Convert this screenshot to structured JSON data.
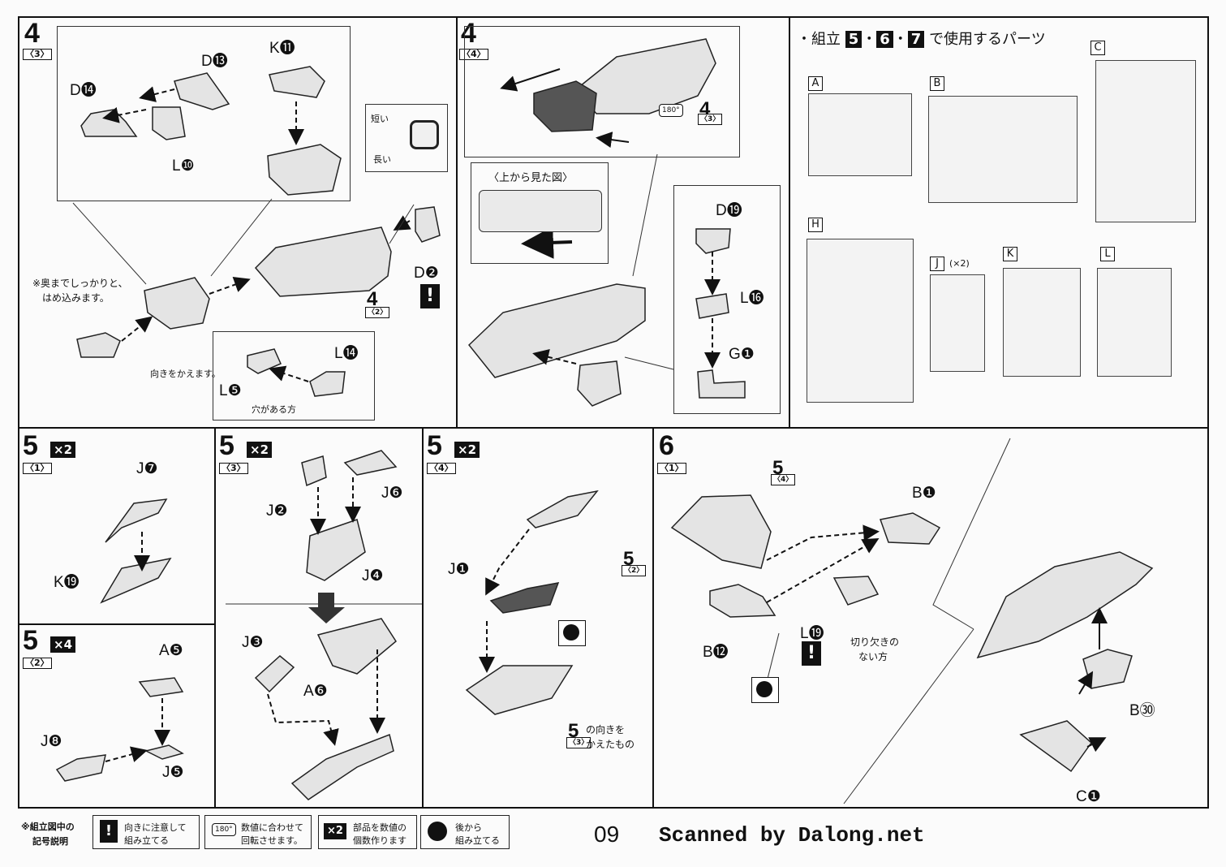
{
  "page_number": "09",
  "credit": "Scanned by Dalong.net",
  "step4_3": {
    "step": "4",
    "sub": "〈3〉",
    "d13": "D⓭",
    "d14": "D⓮",
    "l10": "L❿",
    "k11": "K⓫",
    "short": "短い",
    "long": "長い",
    "d2": "D❷",
    "ref": "4",
    "ref_sub": "〈2〉",
    "note1": "※奥までしっかりと、",
    "note2": "はめ込みます。",
    "turn": "向きをかえます。",
    "l5": "L❺",
    "l14": "L⓮",
    "hole": "穴がある方"
  },
  "step4_4": {
    "step": "4",
    "sub": "〈4〉",
    "ref": "4",
    "ref_sub": "〈3〉",
    "deg": "180°",
    "top_view": "〈上から見た図〉",
    "d19": "D⓳",
    "l16": "L⓰",
    "g1": "G❶"
  },
  "parts": {
    "title_prefix": "・組立",
    "n5": "5",
    "n6": "6",
    "n7": "7",
    "title_suffix": "で使用するパーツ",
    "runners": [
      "A",
      "B",
      "C",
      "H",
      "J",
      "K",
      "L"
    ],
    "j_mult": "(×2)"
  },
  "step5_1": {
    "step": "5",
    "sub": "〈1〉",
    "mult": "×2",
    "j7": "J❼",
    "k19": "K⓳"
  },
  "step5_2": {
    "step": "5",
    "sub": "〈2〉",
    "mult": "×4",
    "a5": "A❺",
    "j8": "J❽",
    "j5": "J❺"
  },
  "step5_3": {
    "step": "5",
    "sub": "〈3〉",
    "mult": "×2",
    "j2": "J❷",
    "j6": "J❻",
    "j4": "J❹",
    "j3": "J❸",
    "a6": "A❻"
  },
  "step5_4": {
    "step": "5",
    "sub": "〈4〉",
    "mult": "×2",
    "j1": "J❶",
    "ref": "5",
    "ref_sub": "〈2〉",
    "ref2": "5",
    "ref2_sub": "〈3〉",
    "note1": "の向きを",
    "note2": "かえたもの"
  },
  "step6_1": {
    "step": "6",
    "sub": "〈1〉",
    "ref": "5",
    "ref_sub": "〈4〉",
    "b1": "B❶",
    "b12": "B⓬",
    "l19": "L⓳",
    "cut1": "切り欠きの",
    "cut2": "ない方",
    "b30": "B㉚",
    "c1": "C❶"
  },
  "legend": {
    "title1": "※組立図中の",
    "title2": "記号説明",
    "i1a": "向きに注意して",
    "i1b": "組み立てる",
    "i2a": "数値に合わせて",
    "i2b": "回転させます。",
    "i3a": "部品を数値の",
    "i3b": "個数作ります",
    "i4a": "後から",
    "i4b": "組み立てる",
    "mult": "×2",
    "deg": "180°"
  }
}
